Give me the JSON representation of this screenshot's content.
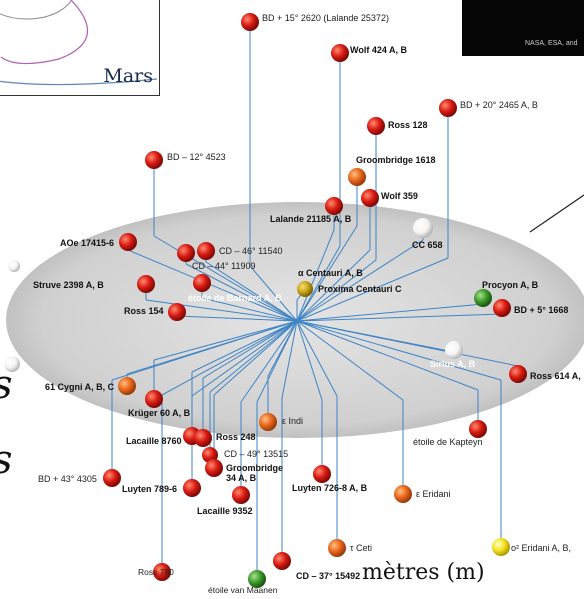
{
  "inset": {
    "label": "Mars"
  },
  "photo": {
    "credit": "NASA, ESA, and"
  },
  "fragments": {
    "italic_1": "s",
    "italic_2": "s",
    "units": "mètres (m)"
  },
  "colors": {
    "plane": "#d4d4d4",
    "plane_edge": "#b8b8b8",
    "lines": "#3f84c4",
    "star_red": "#d81a12",
    "star_orange": "#e8661c",
    "star_yellow": "#f2e21a",
    "star_green": "#3f9a2c",
    "star_white": "#f4f4f4"
  },
  "stars": {
    "bd15": "BD + 15° 2620 (Lalande 25372)",
    "wolf424": "Wolf 424 A, B",
    "bd20": "BD + 20° 2465 A, B",
    "ross128": "Ross 128",
    "bd12": "BD – 12° 4523",
    "groombridge1618": "Groombridge 1618",
    "wolf359": "Wolf 359",
    "lalande21185": "Lalande 21185 A, B",
    "cc658": "CC 658",
    "aoe": "AOe 17415-6",
    "cd46": "CD – 46° 11540",
    "cd44": "CD – 44° 11909",
    "alphacen": "α Centauri A, B",
    "proxima": "Proxima Centauri C",
    "struve": "Struve 2398 A, B",
    "barnard": "étoile de Barnard A, B",
    "procyon": "Procyon A, B",
    "bd5": "BD + 5° 1668",
    "ross154": "Ross 154",
    "sirius": "Sirius A, B",
    "ross614": "Ross 614 A,",
    "cygni61": "61 Cygni A, B, C",
    "kruger60": "Krüger 60 A, B",
    "epsindi": "ε Indi",
    "lacaille8760": "Lacaille 8760",
    "ross248": "Ross 248",
    "kapteyn": "étoile de Kapteyn",
    "cd49": "CD – 49° 13515",
    "bd43": "BD + 43° 4305",
    "groombridge34": "Groombridge 34 A, B",
    "luyten789": "Luyten 789-6",
    "luyten726": "Luyten 726-8 A, B",
    "epseridani": "ε Eridani",
    "lacaille9352": "Lacaille 9352",
    "tauceti": "τ Ceti",
    "o2eridani": "ο² Eridani A, B,",
    "ross780": "Ross 780",
    "cd37": "CD – 37° 15492",
    "vanmaanen": "étoile van Maanen"
  }
}
